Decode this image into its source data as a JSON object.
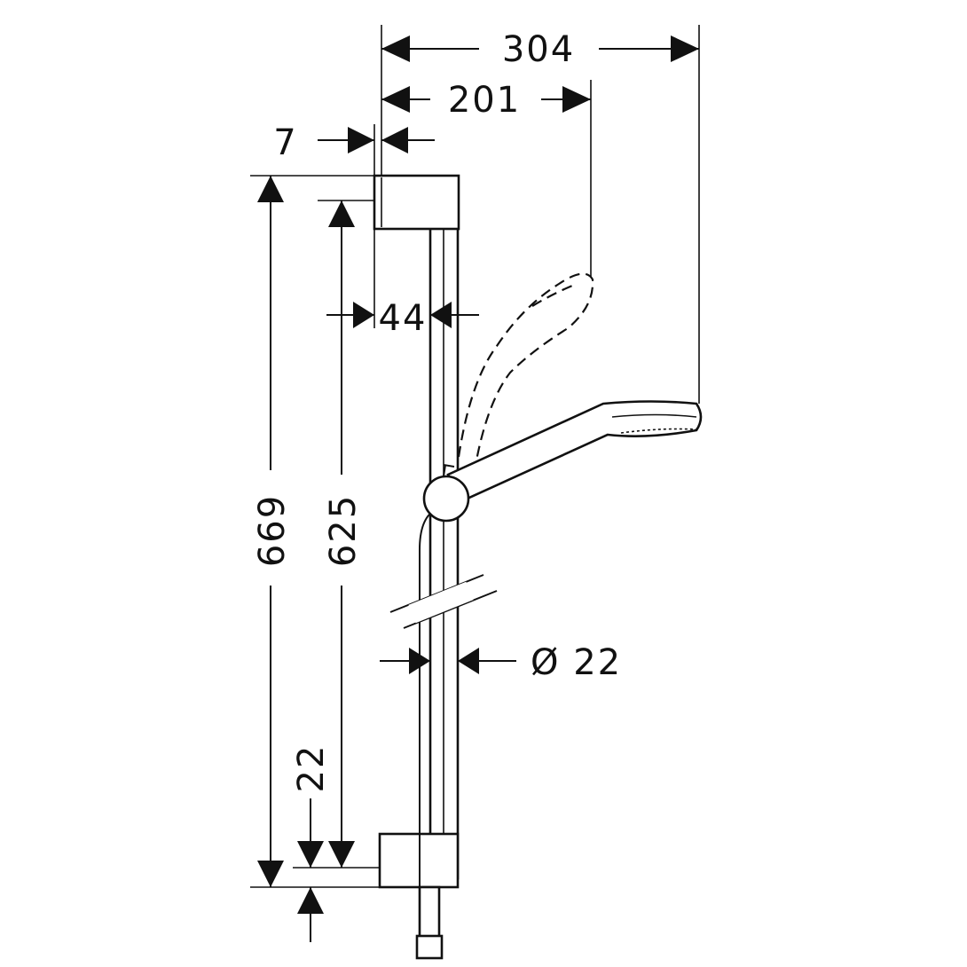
{
  "dimensions": {
    "total_reach": "304",
    "head_reach": "201",
    "wall_offset": "7",
    "bar_offset": "44",
    "total_height": "669",
    "rail_length": "625",
    "bottom_offset": "22",
    "rail_diameter": "Ø 22"
  },
  "colors": {
    "line": "#111111",
    "background": "#ffffff"
  }
}
